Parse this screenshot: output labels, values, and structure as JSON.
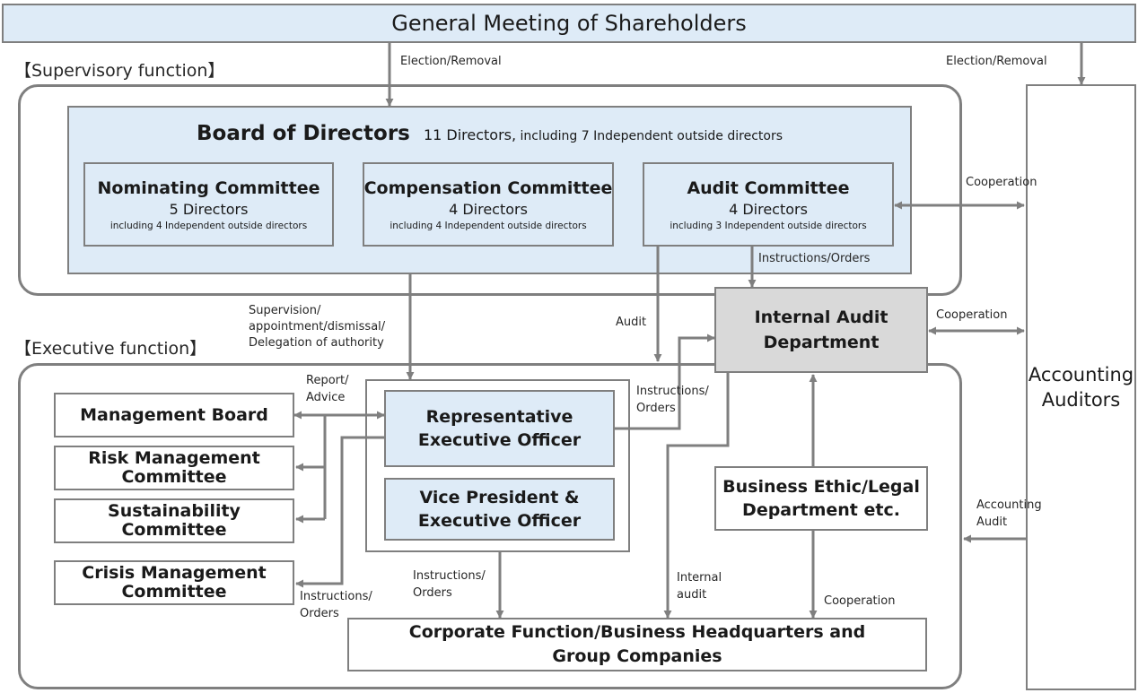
{
  "shareholders": "General Meeting of Shareholders",
  "supervisory_label": "【Supervisory function】",
  "executive_label": "【Executive function】",
  "board": {
    "title": "Board of Directors",
    "subtitle_a": "11 Directors,",
    "subtitle_b": " including 7 Independent outside directors"
  },
  "committees": {
    "nominating": {
      "title": "Nominating Committee",
      "count": "5 Directors",
      "note": "including 4 Independent outside directors"
    },
    "compensation": {
      "title": "Compensation Committee",
      "count": "4 Directors",
      "note": "including 4 Independent outside directors"
    },
    "audit": {
      "title": "Audit Committee",
      "count": "4 Directors",
      "note": "including 3 Independent outside directors"
    }
  },
  "internal_audit": {
    "line1": "Internal Audit",
    "line2": "Department"
  },
  "accounting_auditors": {
    "line1": "Accounting",
    "line2": "Auditors"
  },
  "management_board": "Management Board",
  "risk_committee": {
    "line1": "Risk Management",
    "line2": "Committee"
  },
  "sustainability_committee": {
    "line1": "Sustainability",
    "line2": "Committee"
  },
  "crisis_committee": {
    "line1": "Crisis Management",
    "line2": "Committee"
  },
  "rep_officer": {
    "line1": "Representative",
    "line2": "Executive Officer"
  },
  "vp_officer": {
    "line1": "Vice President &",
    "line2": "Executive Officer"
  },
  "business_ethic": {
    "line1": "Business Ethic/Legal",
    "line2": "Department etc."
  },
  "corporate": {
    "line1": "Corporate Function/Business Headquarters and",
    "line2": "Group Companies"
  },
  "labels": {
    "election_left": "Election/Removal",
    "election_right": "Election/Removal",
    "cooperation_top": "Cooperation",
    "instructions_orders_top": "Instructions/Orders",
    "supervision_1": "Supervision/",
    "supervision_2": "appointment/dismissal/",
    "supervision_3": "Delegation of authority",
    "audit": "Audit",
    "cooperation_mid": "Cooperation",
    "report_1": "Report/",
    "report_2": "Advice",
    "instr_mid_1": "Instructions/",
    "instr_mid_2": "Orders",
    "accounting_audit_1": "Accounting",
    "accounting_audit_2": "Audit",
    "instr_low_1": "Instructions/",
    "instr_low_2": "Orders",
    "instr_bottom_1": "Instructions/",
    "instr_bottom_2": "Orders",
    "internal_audit_1": "Internal",
    "internal_audit_2": "audit",
    "cooperation_bottom": "Cooperation"
  }
}
